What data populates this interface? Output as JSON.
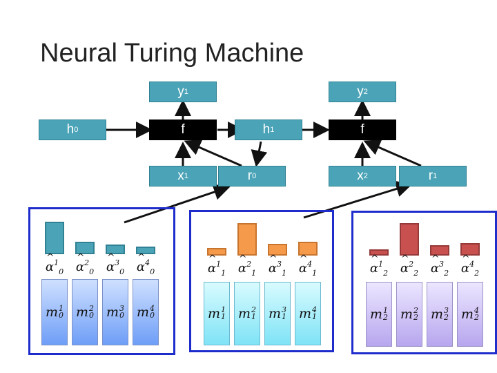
{
  "title": "Neural Turing Machine",
  "nodes": {
    "y1": {
      "base": "y",
      "sup": "1"
    },
    "y2": {
      "base": "y",
      "sup": "2"
    },
    "h0": {
      "base": "h",
      "sup": "0"
    },
    "f1": {
      "base": "f",
      "sup": ""
    },
    "h1": {
      "base": "h",
      "sup": "1"
    },
    "f2": {
      "base": "f",
      "sup": ""
    },
    "x1": {
      "base": "x",
      "sup": "1"
    },
    "r0": {
      "base": "r",
      "sup": "0"
    },
    "x2": {
      "base": "x",
      "sup": "2"
    },
    "r1": {
      "base": "r",
      "sup": "1"
    }
  },
  "panels": [
    {
      "attention_base": "α",
      "attention_sub": "0",
      "memory_base": "m",
      "memory_sub": "0",
      "indices": [
        "1",
        "2",
        "3",
        "4"
      ],
      "attention_weights": [
        0.62,
        0.24,
        0.18,
        0.14
      ],
      "bar_color": "#4aa3b6",
      "bar_border": "#2f8193"
    },
    {
      "attention_base": "α",
      "attention_sub": "1",
      "memory_base": "m",
      "memory_sub": "1",
      "indices": [
        "1",
        "2",
        "3",
        "4"
      ],
      "attention_weights": [
        0.14,
        0.62,
        0.22,
        0.26
      ],
      "bar_color": "#f59a4a",
      "bar_border": "#c7742e"
    },
    {
      "attention_base": "α",
      "attention_sub": "2",
      "memory_base": "m",
      "memory_sub": "2",
      "indices": [
        "1",
        "2",
        "3",
        "4"
      ],
      "attention_weights": [
        0.12,
        0.62,
        0.2,
        0.24
      ],
      "bar_color": "#c8504f",
      "bar_border": "#953a39"
    }
  ]
}
